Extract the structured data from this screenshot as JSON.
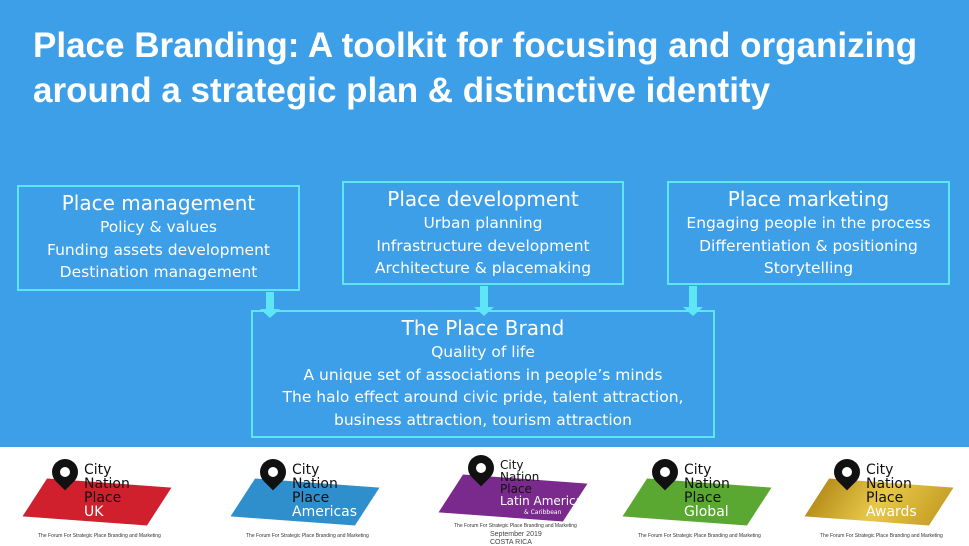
{
  "title": "Place Branding: A toolkit for focusing and organizing around a strategic plan & distinctive identity",
  "colors": {
    "background": "#3d9fe8",
    "border": "#5ee6f7",
    "text": "#ffffff"
  },
  "boxes": {
    "management": {
      "heading": "Place management",
      "lines": [
        "Policy & values",
        "Funding assets development",
        "Destination management"
      ]
    },
    "development": {
      "heading": "Place development",
      "lines": [
        "Urban planning",
        "Infrastructure development",
        "Architecture & placemaking"
      ]
    },
    "marketing": {
      "heading": "Place marketing",
      "lines": [
        "Engaging people in the process",
        "Differentiation & positioning",
        "Storytelling"
      ]
    },
    "brand": {
      "heading": "The Place Brand",
      "lines": [
        "Quality of life",
        "A unique set of associations in people’s minds",
        "The halo effect around civic pride, talent attraction,",
        "business attraction, tourism attraction"
      ]
    }
  },
  "logos": [
    {
      "brand": "City Nation Place",
      "edition": "UK",
      "tagline": "The Forum For Strategic Place Branding and Marketing",
      "color": "#d0202e"
    },
    {
      "brand": "City Nation Place",
      "edition": "Americas",
      "tagline": "The Forum For Strategic Place Branding and Marketing",
      "color": "#2f8fcc"
    },
    {
      "brand": "City Nation Place",
      "edition": "Latin America",
      "edition2": "& Caribbean",
      "tagline": "The Forum For Strategic Place Branding and Marketing",
      "date": "September 2019",
      "location": "COSTA RICA",
      "color": "#7a2a8c"
    },
    {
      "brand": "City Nation Place",
      "edition": "Global",
      "tagline": "The Forum For Strategic Place Branding and Marketing",
      "color": "#5aa832"
    },
    {
      "brand": "City Nation Place",
      "edition": "Awards",
      "tagline": "The Forum For Strategic Place Branding and Marketing",
      "color": "#c9a227"
    }
  ]
}
